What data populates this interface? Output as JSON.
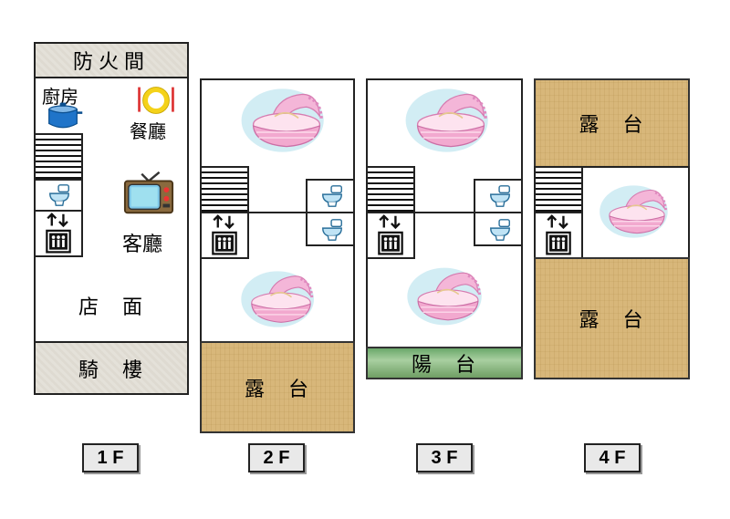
{
  "floors": {
    "f1": {
      "label": "1 F",
      "top_band": "防火間",
      "kitchen": "廚房",
      "dining": "餐廳",
      "living": "客廳",
      "shop": "店　面",
      "arcade": "騎　樓"
    },
    "f2": {
      "label": "2 F",
      "terrace": "露　台"
    },
    "f3": {
      "label": "3 F",
      "balcony": "陽　台"
    },
    "f4": {
      "label": "4 F",
      "terrace_top": "露　台",
      "terrace_bottom": "露　台"
    }
  },
  "icons": {
    "bedroom": "crib-icon",
    "bathroom": "toilet-icon",
    "elevator": "elevator-icon",
    "stairs": "stairs-icon",
    "kitchen": "cooking-pot-icon",
    "dining": "plate-cutlery-icon",
    "living": "television-icon"
  },
  "colors": {
    "terrace": "#d8b77a",
    "balcony": "#7fb57a",
    "band": "#e2dfd7"
  }
}
